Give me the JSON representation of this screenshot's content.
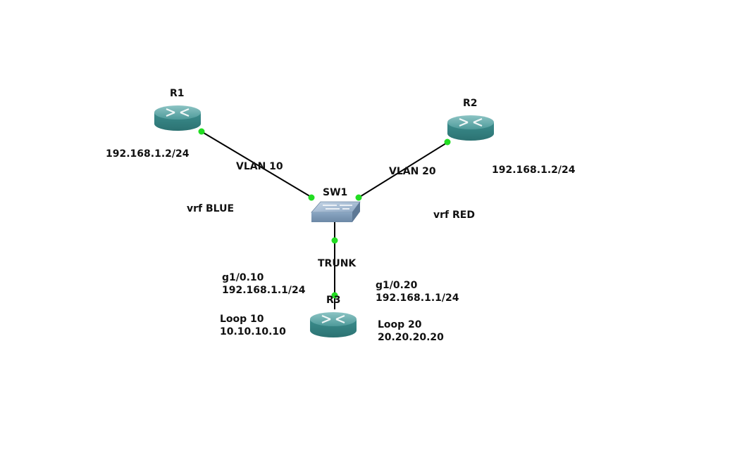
{
  "diagram": {
    "nodes": {
      "r1": {
        "name": "R1",
        "type": "router"
      },
      "r2": {
        "name": "R2",
        "type": "router"
      },
      "r3": {
        "name": "R3",
        "type": "router"
      },
      "sw1": {
        "name": "SW1",
        "type": "switch"
      }
    },
    "links": [
      {
        "from": "R1",
        "to": "SW1",
        "label": "VLAN 10"
      },
      {
        "from": "R2",
        "to": "SW1",
        "label": "VLAN 20"
      },
      {
        "from": "SW1",
        "to": "R3",
        "label": "TRUNK"
      }
    ],
    "labels": {
      "r1_ip": "192.168.1.2/24",
      "r2_ip": "192.168.1.2/24",
      "vrf_blue": "vrf BLUE",
      "vrf_red": "vrf RED",
      "vlan10": "VLAN 10",
      "vlan20": "VLAN 20",
      "trunk": "TRUNK",
      "r3_sub10_if": "g1/0.10",
      "r3_sub10_ip": "192.168.1.1/24",
      "r3_sub20_if": "g1/0.20",
      "r3_sub20_ip": "192.168.1.1/24",
      "loop10_name": "Loop 10",
      "loop10_ip": "10.10.10.10",
      "loop20_name": "Loop 20",
      "loop20_ip": "20.20.20.20"
    },
    "colors": {
      "link": "#000000",
      "port_indicator": "#22dd22",
      "router_body": "#3a8c8c",
      "switch_body": "#7a9ab8",
      "background": "#ffffff"
    }
  }
}
